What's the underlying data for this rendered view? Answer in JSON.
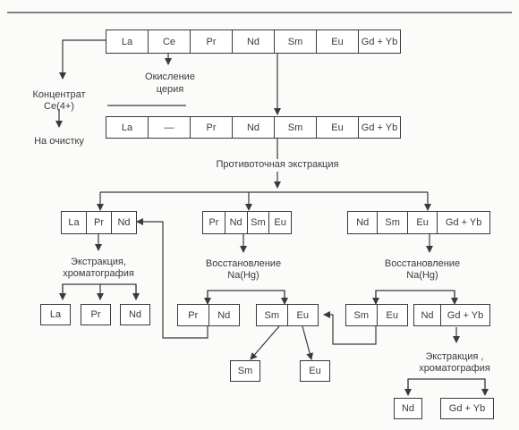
{
  "row1": [
    "La",
    "Ce",
    "Pr",
    "Nd",
    "Sm",
    "Eu",
    "Gd + Yb"
  ],
  "row2": [
    "La",
    "—",
    "Pr",
    "Nd",
    "Sm",
    "Eu",
    "Gd + Yb"
  ],
  "ce_oxidation": [
    "Окисление",
    "церия"
  ],
  "concentrate": [
    "Концентрат",
    "Ce(4+)"
  ],
  "to_purification": "На очистку",
  "countercurrent": "Противоточная экстракция",
  "group_left": [
    "La",
    "Pr",
    "Nd"
  ],
  "group_mid": [
    "Pr",
    "Nd",
    "Sm",
    "Eu"
  ],
  "group_right": [
    "Nd",
    "Sm",
    "Eu",
    "Gd + Yb"
  ],
  "extraction_left": [
    "Экстракция,",
    "хроматография"
  ],
  "reduction_mid": [
    "Восстановление",
    "Na(Hg)"
  ],
  "reduction_right": [
    "Восстановление",
    "Na(Hg)"
  ],
  "left_outputs": [
    "La",
    "Pr",
    "Nd"
  ],
  "mid_pr_nd": [
    "Pr",
    "Nd"
  ],
  "mid_sm_eu": [
    "Sm",
    "Eu"
  ],
  "right_sm_eu": [
    "Sm",
    "Eu"
  ],
  "right_nd_gdyb": [
    "Nd",
    "Gd + Yb"
  ],
  "mid_final": [
    "Sm",
    "Eu"
  ],
  "extraction_right": [
    "Экстракция ,",
    "хроматография"
  ],
  "right_final": [
    "Nd",
    "Gd + Yb"
  ]
}
